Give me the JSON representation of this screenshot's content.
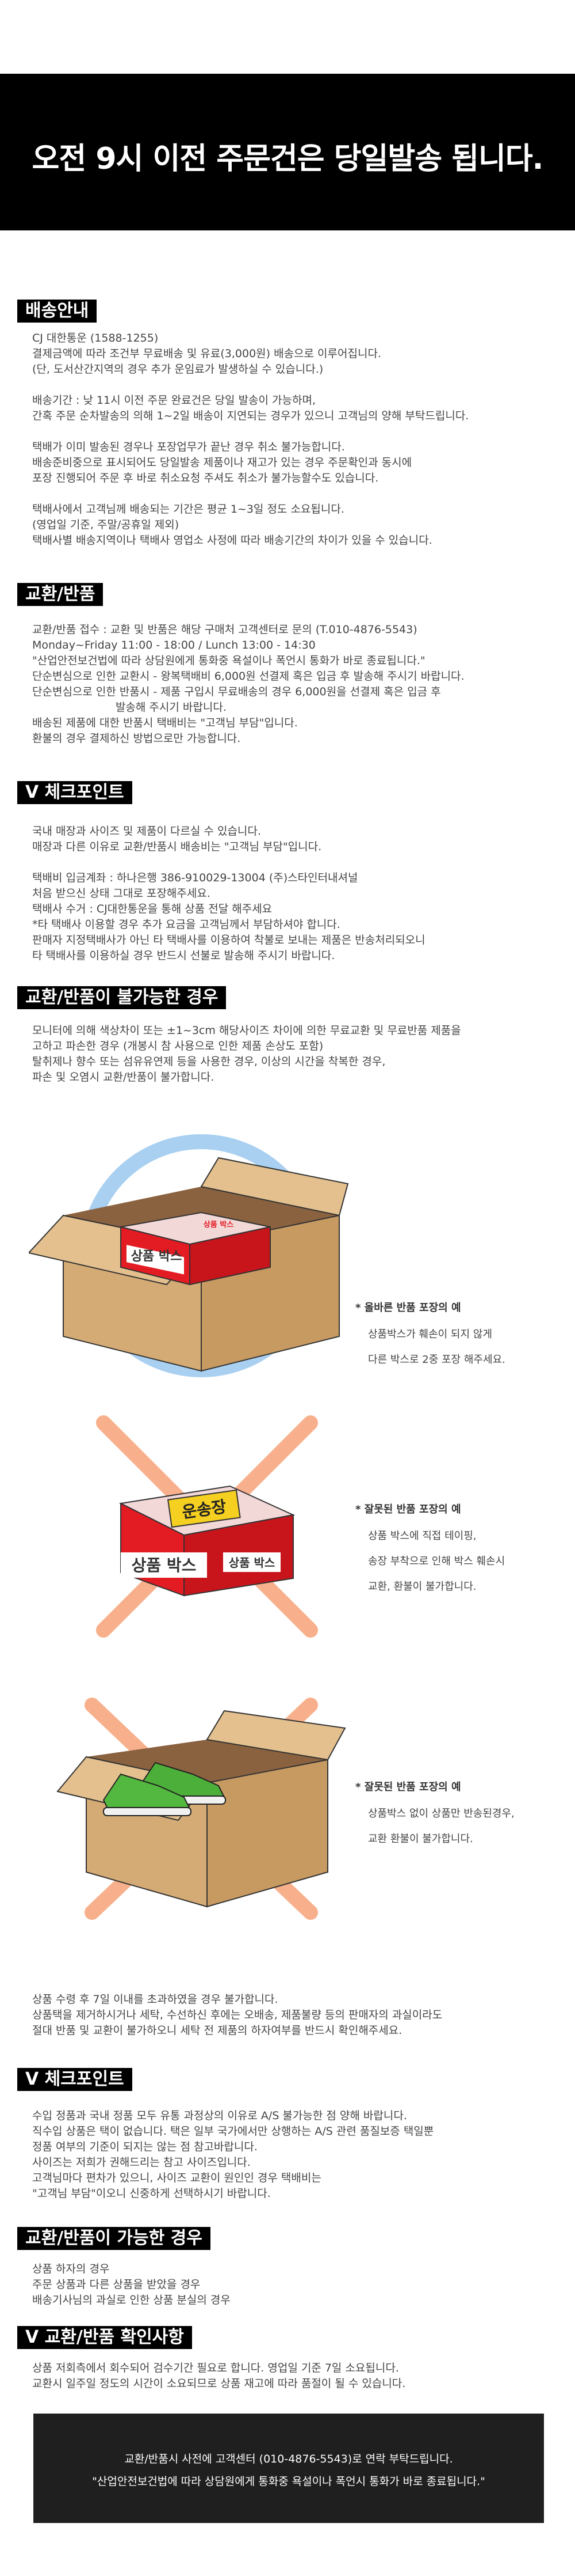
{
  "banner": {
    "title": "오전  9시 이전 주문건은 당일발송 됩니다."
  },
  "sections": {
    "shipping": {
      "title": "배송안내",
      "lines": [
        "CJ 대한통운 (1588-1255)",
        "결제금액에 따라 조건부 무료배송 및 유료(3,000원) 배송으로 이루어집니다.",
        "(단, 도서산간지역의 경우 추가 운임료가 발생하실 수 있습니다.)",
        "",
        "배송기간 : 낮 11시 이전 주문 완료건은 당일 발송이 가능하며,",
        "간혹 주문 순차발송의 의해 1~2일 배송이 지연되는 경우가 있으니 고객님의 양해 부탁드립니다.",
        "",
        "택배가 이미 발송된 경우나 포장업무가 끝난 경우 취소 불가능합니다.",
        "배송준비중으로 표시되어도 당일발송 제품이나 재고가 있는 경우 주문확인과 동시에",
        "포장 진행되어 주문 후 바로 취소요청 주셔도 취소가 불가능할수도 있습니다.",
        "",
        "택배사에서 고객님께 배송되는 기간은 평균 1~3일 정도 소요됩니다.",
        "(영업일 기준, 주말/공휴일 제외)",
        "택배사별 배송지역이나 택배사 영업소 사정에 따라 배송기간의 차이가 있을 수 있습니다."
      ]
    },
    "exchange": {
      "title": "교환/반품",
      "lines": [
        "교환/반품 접수 : 교환 및 반품은 해당 구매처 고객센터로 문의 (T.010-4876-5543)",
        "Monday~Friday 11:00 - 18:00 / Lunch 13:00 - 14:30",
        "\"산업안전보건법에 따라 상담원에게 통화중 욕설이나 폭언시 통화가 바로 종료됩니다.\"",
        "단순변심으로 인한 교환시 - 왕복택배비 6,000원 선결제 혹은 입금 후 발송해 주시기 바랍니다.",
        "단순변심으로 인한 반품시 - 제품 구입시 무료배송의 경우 6,000원을 선결제 혹은 입금 후",
        "                        발송해 주시기 바랍니다.",
        "배송된 제품에 대한 반품시 택배비는 \"고객님 부담\"입니다.",
        "환불의 경우 결제하신 방법으로만 가능합니다."
      ]
    },
    "checkpoint1": {
      "title": "V 체크포인트",
      "lines": [
        "국내 매장과 사이즈 및 제품이 다르실 수 있습니다.",
        "매장과 다른 이유로 교환/반품시 배송비는 \"고객님 부담\"입니다.",
        "",
        "택배비 입금계좌 : 하나은행 386-910029-13004 (주)스타인터내셔널",
        "처음 받으신 상태 그대로 포장해주세요.",
        "택배사 수거 : CJ대한통운을 통해 상품 전달 해주세요",
        "*타 택배사 이용할 경우 추가 요금을 고객님께서 부담하셔야 합니다.",
        "판매자 지정택배사가 아닌 타 택배사를 이용하여 착불로 보내는 제품은 반송처리되오니",
        "타 택배사를 이용하실 경우 반드시 선불로 발송해 주시기 바랍니다."
      ]
    },
    "not_possible": {
      "title": "교환/반품이 불가능한 경우",
      "lines": [
        "모니터에 의해 색상차이 또는 ±1~3cm 해당사이즈 차이에 의한 무료교환 및 무료반품 제품을",
        "고하고 파손한 경우 (개봉시 참 사용으로 인한 제품 손상도 포함)",
        "탈취제나 향수 또는 섬유유연제 등을 사용한 경우, 이상의 시간을 착복한 경우,",
        "파손 및 오염시 교환/반품이 불가합니다."
      ]
    },
    "after_images": {
      "lines": [
        "상품 수령 후 7일 이내를 초과하였을 경우 불가합니다.",
        "상품택을 제거하시거나 세탁, 수선하신 후에는 오배송, 제품불량 등의 판매자의 과실이라도",
        "절대 반품 및 교환이 불가하오니 세탁 전 제품의 하자여부를 반드시 확인해주세요."
      ]
    },
    "checkpoint2": {
      "title": "V 체크포인트",
      "lines": [
        "수입 정품과 국내 정품 모두 유통 과정상의 이유로 A/S 불가능한 점 양해 바랍니다.",
        "직수입 상품은 택이 없습니다. 택은 일부 국가에서만 상행하는 A/S 관련 품질보증 택일뿐",
        "정품 여부의 기준이 되지는 않는 점 참고바랍니다.",
        "사이즈는 저희가 권해드리는 참고 사이즈입니다.",
        "고객님마다 편차가 있으니, 사이즈 교환이 원인인 경우 택배비는",
        "\"고객님 부담\"이오니 신중하게 선택하시기 바랍니다."
      ]
    },
    "possible": {
      "title": "교환/반품이 가능한 경우",
      "lines": [
        "상품 하자의 경우",
        "주문 상품과 다른 상품을 받았을 경우",
        "배송기사님의 과실로 인한 상품 분실의 경우"
      ]
    },
    "confirm": {
      "title": "V 교환/반품 확인사항",
      "lines": [
        "상품 저회측에서 회수되어 검수기간 필요로 합니다. 영업일 기준 7일 소요됩니다.",
        "교환시 일주일 정도의 시간이 소요되므로 상품 재고에 따라 품절이 될 수 있습니다."
      ]
    }
  },
  "illustrations": {
    "box1": {
      "inner_label": "상품 박스",
      "outer_label": "상품 박스",
      "caption_head": "* 올바른 반품 포장의 예",
      "caption_body": [
        "상품박스가 훼손이 되지 않게",
        "다른 박스로 2중 포장 해주세요."
      ]
    },
    "box2": {
      "sticker": "운송장",
      "front_label": "상품 박스",
      "side_label": "상품 박스",
      "caption_head": "* 잘못된 반품 포장의 예",
      "caption_body": [
        "상품 박스에 직접 테이핑,",
        "송장 부착으로 인해 박스 훼손시",
        "교환, 환불이 불가합니다."
      ]
    },
    "box3": {
      "caption_head": "* 잘못된 반품 포장의 예",
      "caption_body": [
        "상품박스 없이 상품만 반송된경우,",
        "교환 환불이 불가합니다."
      ]
    }
  },
  "footer": {
    "lines": [
      "교환/반품시 사전에 고객센터 (010-4876-5543)로 연락 부탁드립니다.",
      "\"산업안전보건법에 따라 상담원에게 통화중 욕설이나 폭언시 통화가 바로 종료됩니다.\""
    ]
  },
  "colors": {
    "accent_red": "#e31b23",
    "ring_blue": "#a9d0f1",
    "cross_orange": "#f8b08c",
    "box_brown": "#c79a62"
  }
}
